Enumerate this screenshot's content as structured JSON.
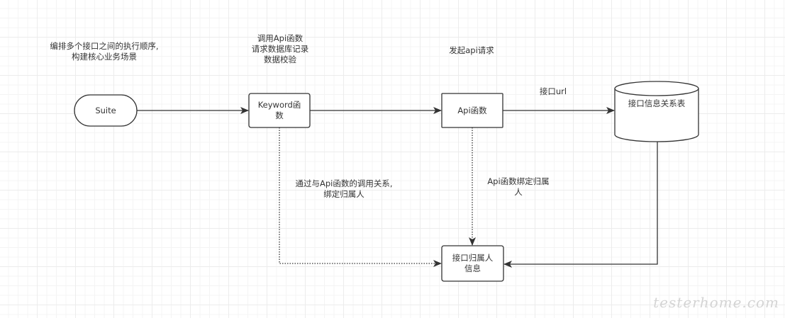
{
  "annotations": {
    "suite_note": "编排多个接口之间的执行顺序,\n构建核心业务场景",
    "keyword_note": "调用Api函数\n请求数据库记录\n数据校验",
    "api_note": "发起api请求",
    "url_edge_label": "接口url",
    "keyword_owner_edge_label": "通过与Api函数的调用关系,\n绑定归属人",
    "api_owner_edge_label": "Api函数绑定归属\n人"
  },
  "nodes": {
    "suite": "Suite",
    "keyword": "Keyword函\n数",
    "api": "Api函数",
    "db": "接口信息关系表",
    "owner": "接口归属人\n信息"
  },
  "colors": {
    "stroke": "#333333",
    "text": "#333333",
    "grid": "#ececec"
  },
  "watermark": "testerhome.com"
}
